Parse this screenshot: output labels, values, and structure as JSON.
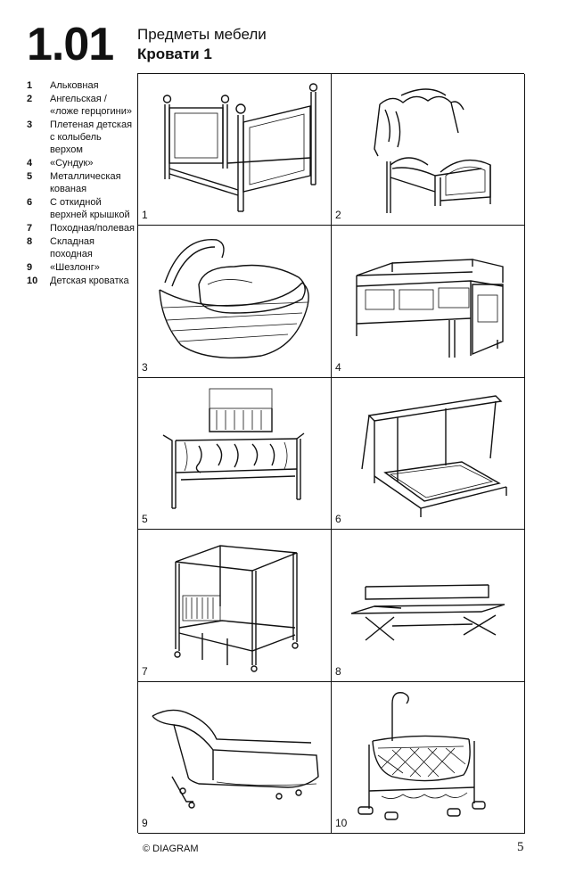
{
  "header": {
    "section_number": "1.01",
    "title_line_1": "Предметы мебели",
    "title_line_2": "Кровати 1"
  },
  "legend": [
    {
      "num": "1",
      "text": "Альковная"
    },
    {
      "num": "2",
      "text": "Ангельская /\n«ложе герцогини»"
    },
    {
      "num": "3",
      "text": "Плетеная детская\nс колыбель\nверхом"
    },
    {
      "num": "4",
      "text": "«Сундук»"
    },
    {
      "num": "5",
      "text": "Металлическая\nкованая"
    },
    {
      "num": "6",
      "text": "С откидной\nверхней крышкой"
    },
    {
      "num": "7",
      "text": "Походная/полевая"
    },
    {
      "num": "8",
      "text": "Складная\nпоходная"
    },
    {
      "num": "9",
      "text": "«Шезлонг»"
    },
    {
      "num": "10",
      "text": "Детская кроватка"
    }
  ],
  "illustrations": [
    {
      "label": "1",
      "icon": "alcove-bed-icon"
    },
    {
      "label": "2",
      "icon": "angel-bed-icon"
    },
    {
      "label": "3",
      "icon": "wicker-cradle-icon"
    },
    {
      "label": "4",
      "icon": "chest-bed-icon"
    },
    {
      "label": "5",
      "icon": "wrought-iron-bed-icon"
    },
    {
      "label": "6",
      "icon": "lidded-bed-icon"
    },
    {
      "label": "7",
      "icon": "campaign-bed-icon"
    },
    {
      "label": "8",
      "icon": "folding-camp-bed-icon"
    },
    {
      "label": "9",
      "icon": "chaise-longue-icon"
    },
    {
      "label": "10",
      "icon": "baby-crib-icon"
    }
  ],
  "footer": {
    "copyright": "© DIAGRAM",
    "page_number": "5"
  }
}
